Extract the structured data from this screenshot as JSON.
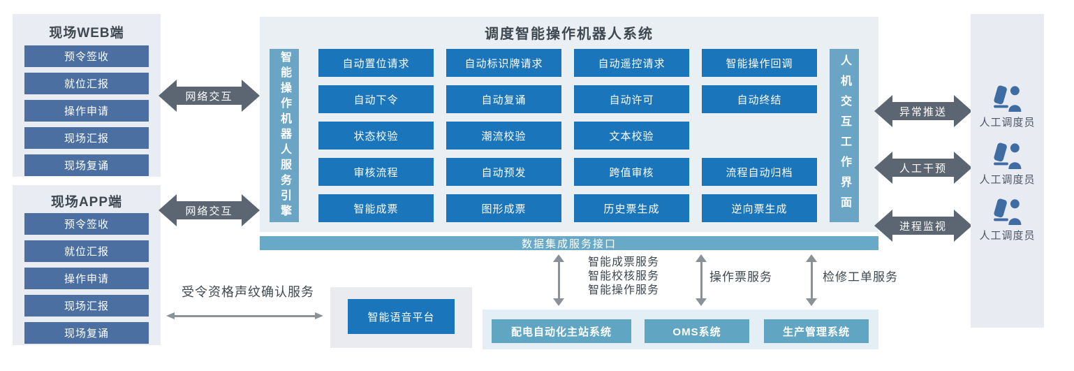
{
  "colors": {
    "module_blue": "#1a75ba",
    "side_button_blue": "#4b6fa0",
    "teal_bar": "#6aa5c6",
    "data_bar_teal": "#69a9c8",
    "panel_bg": "#e9eff3",
    "side_panel_bg": "#e9ecf3",
    "systems_panel_bg": "#e3eef5",
    "system_box_teal": "#60a6c2",
    "voice_panel_bg": "#e9ebf1",
    "right_panel_bg": "#e9ebf3",
    "big_arrow_gray": "#5c6572",
    "thin_arrow_gray": "#8a9199",
    "title_text": "#3e4850",
    "dispatcher_icon_blue": "#3e6ca3"
  },
  "web_panel": {
    "title": "现场WEB端",
    "items": [
      "预令签收",
      "就位汇报",
      "操作申请",
      "现场汇报",
      "现场复诵"
    ]
  },
  "app_panel": {
    "title": "现场APP端",
    "items": [
      "预令签收",
      "就位汇报",
      "操作申请",
      "现场汇报",
      "现场复诵"
    ]
  },
  "network_links": {
    "web": "网络交互",
    "app": "网络交互"
  },
  "main_panel": {
    "title": "调度智能操作机器人系统",
    "left_bar": "智能操作机器人服务引擎",
    "right_bar": "人机交互工作界面",
    "grid": [
      [
        "自动置位请求",
        "自动标识牌请求",
        "自动遥控请求",
        "智能操作回调"
      ],
      [
        "自动下令",
        "自动复诵",
        "自动许可",
        "自动终结"
      ],
      [
        "状态校验",
        "潮流校验",
        "文本校验"
      ],
      [
        "审核流程",
        "自动预发",
        "跨值审核",
        "流程自动归档"
      ],
      [
        "智能成票",
        "图形成票",
        "历史票生成",
        "逆向票生成"
      ]
    ]
  },
  "data_bar": "数据集成服务接口",
  "service_links": {
    "group1": [
      "智能成票服务",
      "智能校核服务",
      "智能操作服务"
    ],
    "group2": "操作票服务",
    "group3": "检修工单服务"
  },
  "systems": [
    "配电自动化主站系统",
    "OMS系统",
    "生产管理系统"
  ],
  "voice_link": {
    "label": "受令资格声纹确认服务",
    "platform": "智能语音平台"
  },
  "right_links": {
    "push": "异常推送",
    "intervene": "人工干预",
    "monitor": "进程监视"
  },
  "dispatchers": [
    "人工调度员",
    "人工调度员",
    "人工调度员"
  ]
}
